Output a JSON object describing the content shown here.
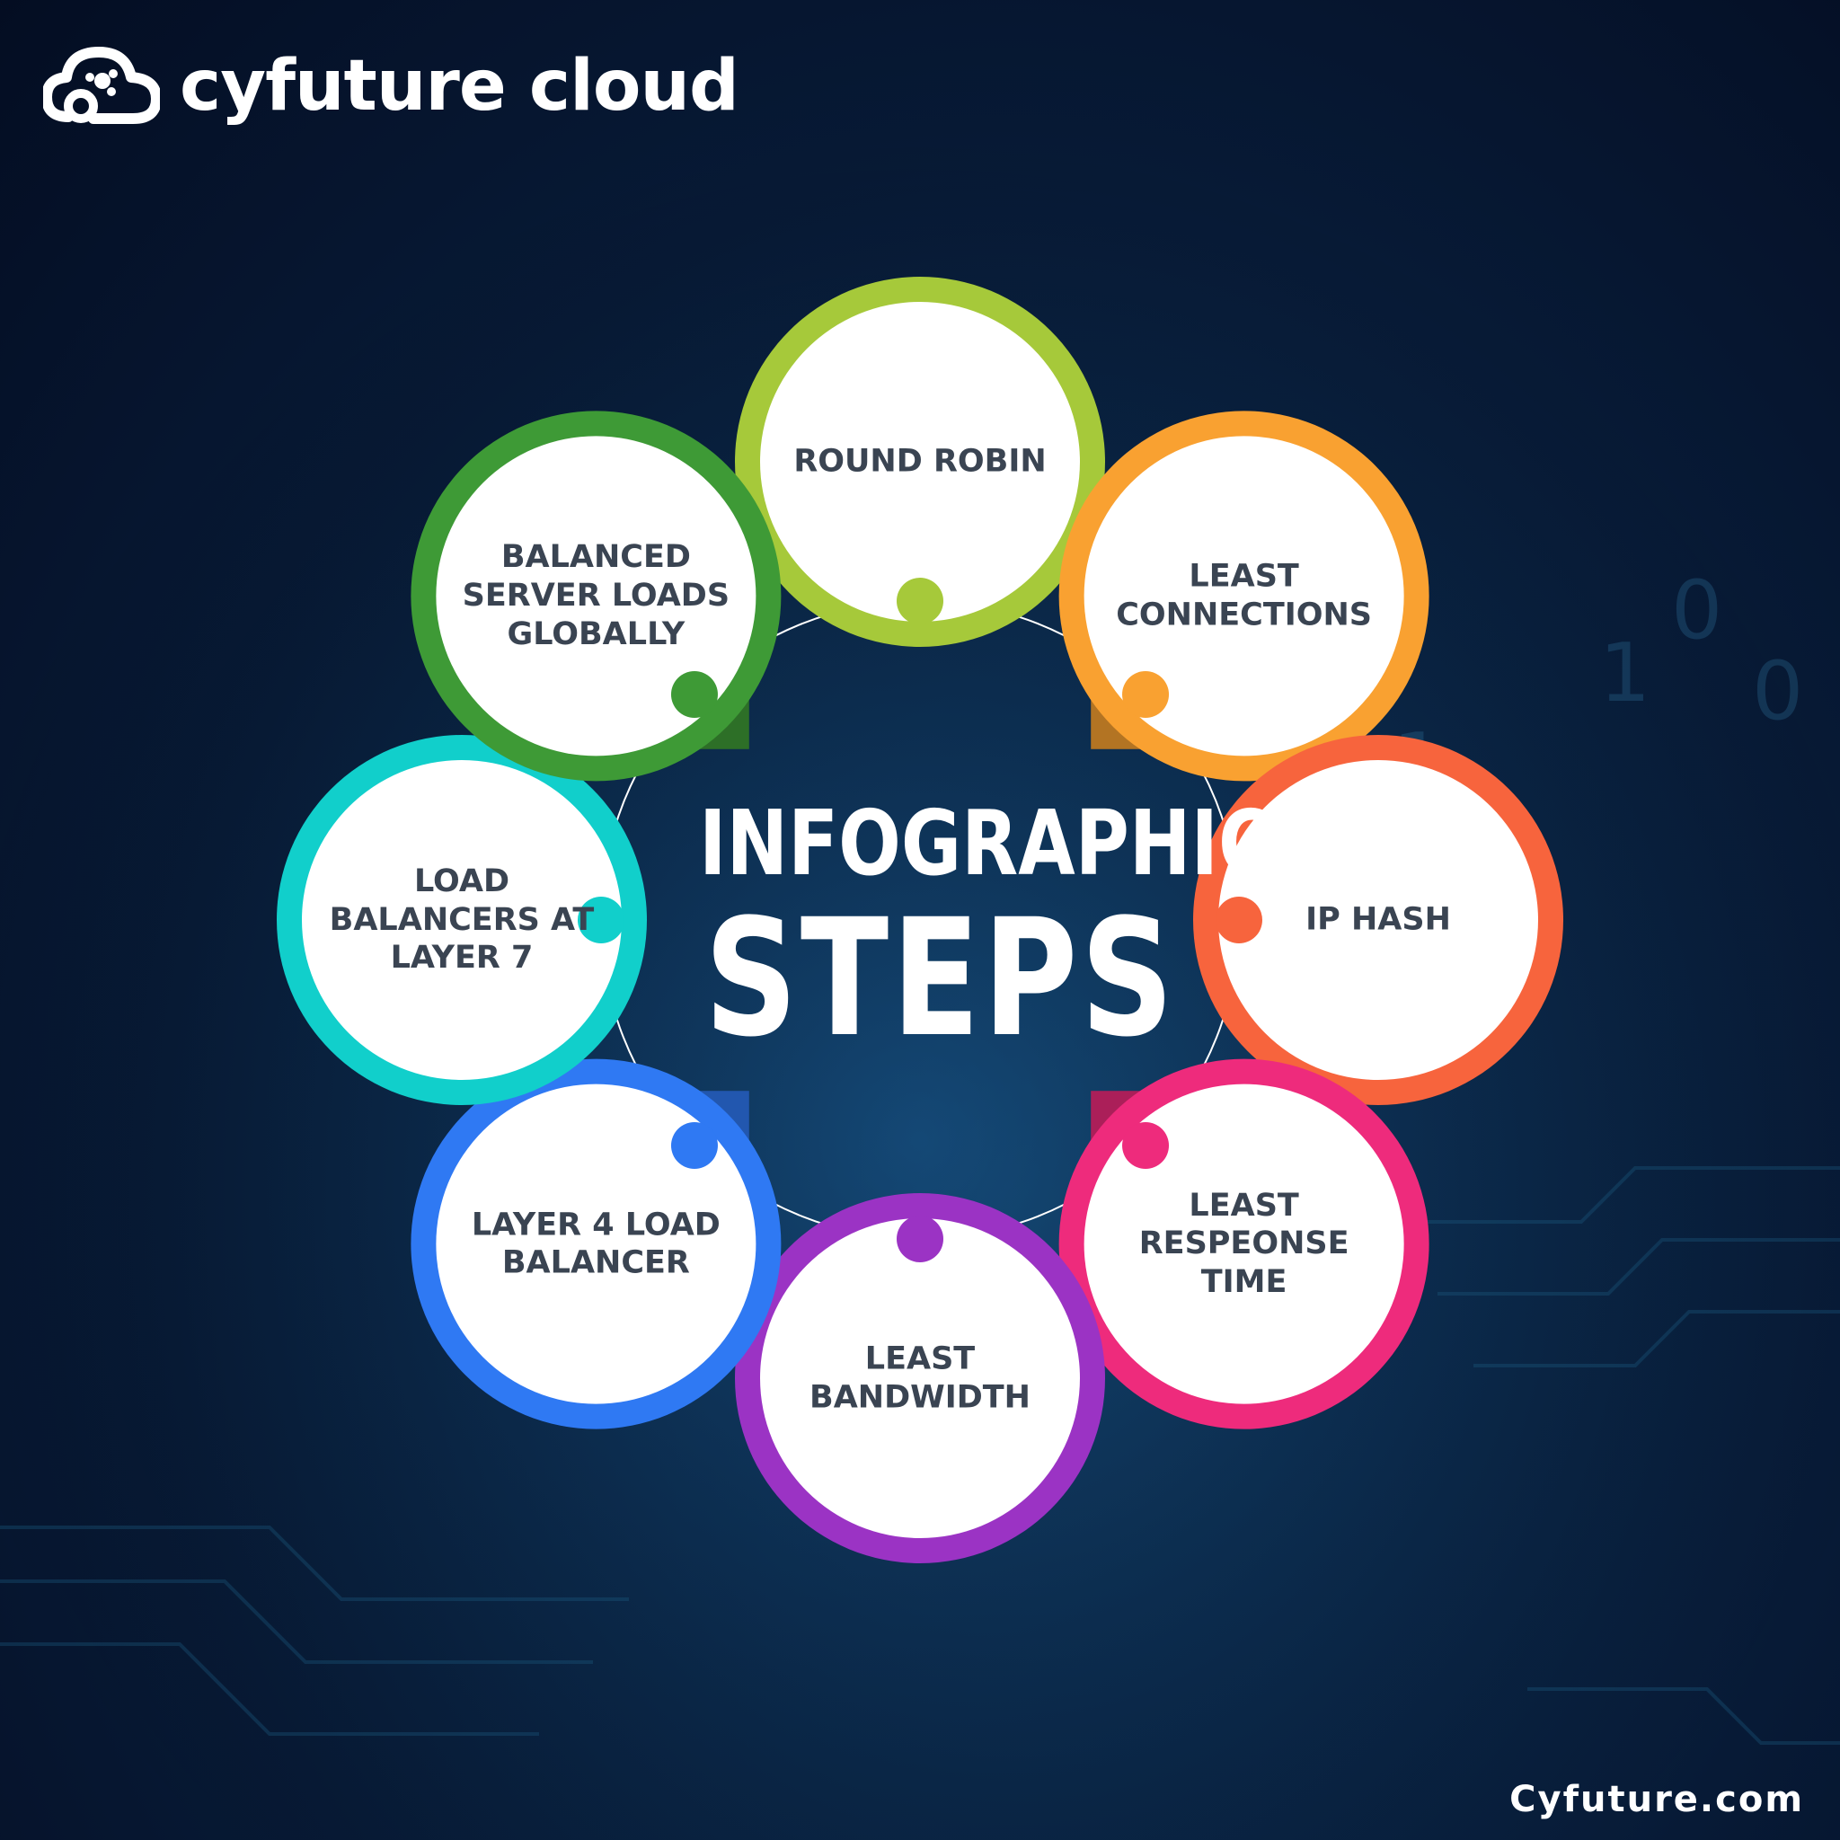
{
  "brand": {
    "name": "cyfuture cloud",
    "footer_url": "Cyfuture.com"
  },
  "center": {
    "line1": "INFOGRAPHIC",
    "line2": "STEPS"
  },
  "steps": [
    {
      "label": "ROUND ROBIN",
      "color": "#a6c93a"
    },
    {
      "label": "LEAST CONNECTIONS",
      "color": "#f9a131"
    },
    {
      "label": "IP HASH",
      "color": "#f7643d"
    },
    {
      "label": "LEAST RESPEONSE TIME",
      "color": "#ee2b7c"
    },
    {
      "label": "LEAST BANDWIDTH",
      "color": "#9b33c4"
    },
    {
      "label": "LAYER 4 LOAD BALANCER",
      "color": "#2f79f3"
    },
    {
      "label": "LOAD BALANCERS AT LAYER 7",
      "color": "#11cfcb"
    },
    {
      "label": "BALANCED SERVER LOADS GLOBALLY",
      "color": "#3e9a36"
    }
  ],
  "colors": {
    "ring_track": "#c7cde4",
    "inner_circle": "#ffffff"
  }
}
